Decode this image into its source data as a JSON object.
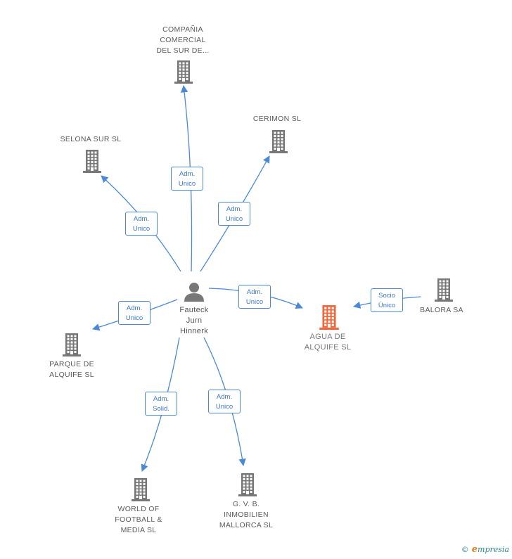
{
  "person": {
    "name_lines": [
      "Fauteck",
      "Jurn",
      "Hinnerk"
    ]
  },
  "companies": {
    "compania": [
      "COMPAÑIA",
      "COMERCIAL",
      "DEL SUR DE..."
    ],
    "cerimon": [
      "CERIMON SL"
    ],
    "selona": [
      "SELONA SUR SL"
    ],
    "agua": [
      "AGUA DE",
      "ALQUIFE  SL"
    ],
    "balora": [
      "BALORA SA"
    ],
    "parque": [
      "PARQUE DE",
      "ALQUIFE  SL"
    ],
    "world": [
      "WORLD OF",
      "FOOTBALL &",
      "MEDIA SL"
    ],
    "gvb": [
      "G.  V. B.",
      "INMOBILIEN",
      "MALLORCA SL"
    ]
  },
  "roles": {
    "compania": [
      "Adm.",
      "Unico"
    ],
    "cerimon": [
      "Adm.",
      "Unico"
    ],
    "selona": [
      "Adm.",
      "Unico"
    ],
    "agua": [
      "Adm.",
      "Unico"
    ],
    "balora": [
      "Socio",
      "Único"
    ],
    "parque": [
      "Adm.",
      "Unico"
    ],
    "world": [
      "Adm.",
      "Solid."
    ],
    "gvb": [
      "Adm.",
      "Unico"
    ]
  },
  "colors": {
    "edge": "#4a89d8",
    "building": "#777777",
    "focus_building": "#f0663a",
    "person": "#777777"
  },
  "footer": {
    "copyright": "©",
    "brand_initial": "e",
    "brand_rest": "mpresia"
  }
}
